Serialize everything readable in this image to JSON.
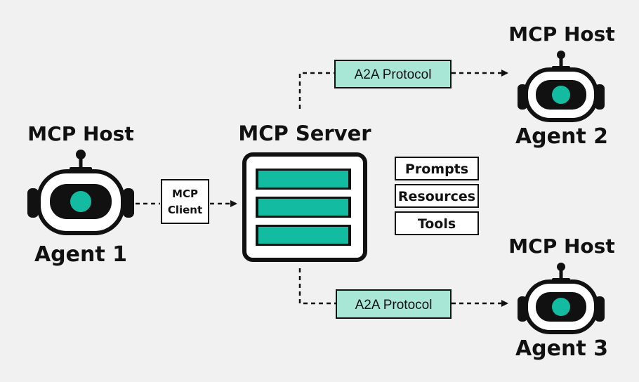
{
  "colors": {
    "background": "#f1f1f1",
    "accent_teal": "#13bba0",
    "protocol_fill": "#a8e6d6",
    "outline": "#111111"
  },
  "agent1": {
    "host_label": "MCP Host",
    "name": "Agent 1"
  },
  "agent2": {
    "host_label": "MCP Host",
    "name": "Agent 2"
  },
  "agent3": {
    "host_label": "MCP Host",
    "name": "Agent 3"
  },
  "client": {
    "line1": "MCP",
    "line2": "Client"
  },
  "server": {
    "title": "MCP Server"
  },
  "capabilities": [
    "Prompts",
    "Resources",
    "Tools"
  ],
  "protocol_top": {
    "label": "A2A Protocol"
  },
  "protocol_bottom": {
    "label": "A2A Protocol"
  },
  "icons": [
    "robot-icon",
    "server-icon",
    "arrow-icon"
  ]
}
